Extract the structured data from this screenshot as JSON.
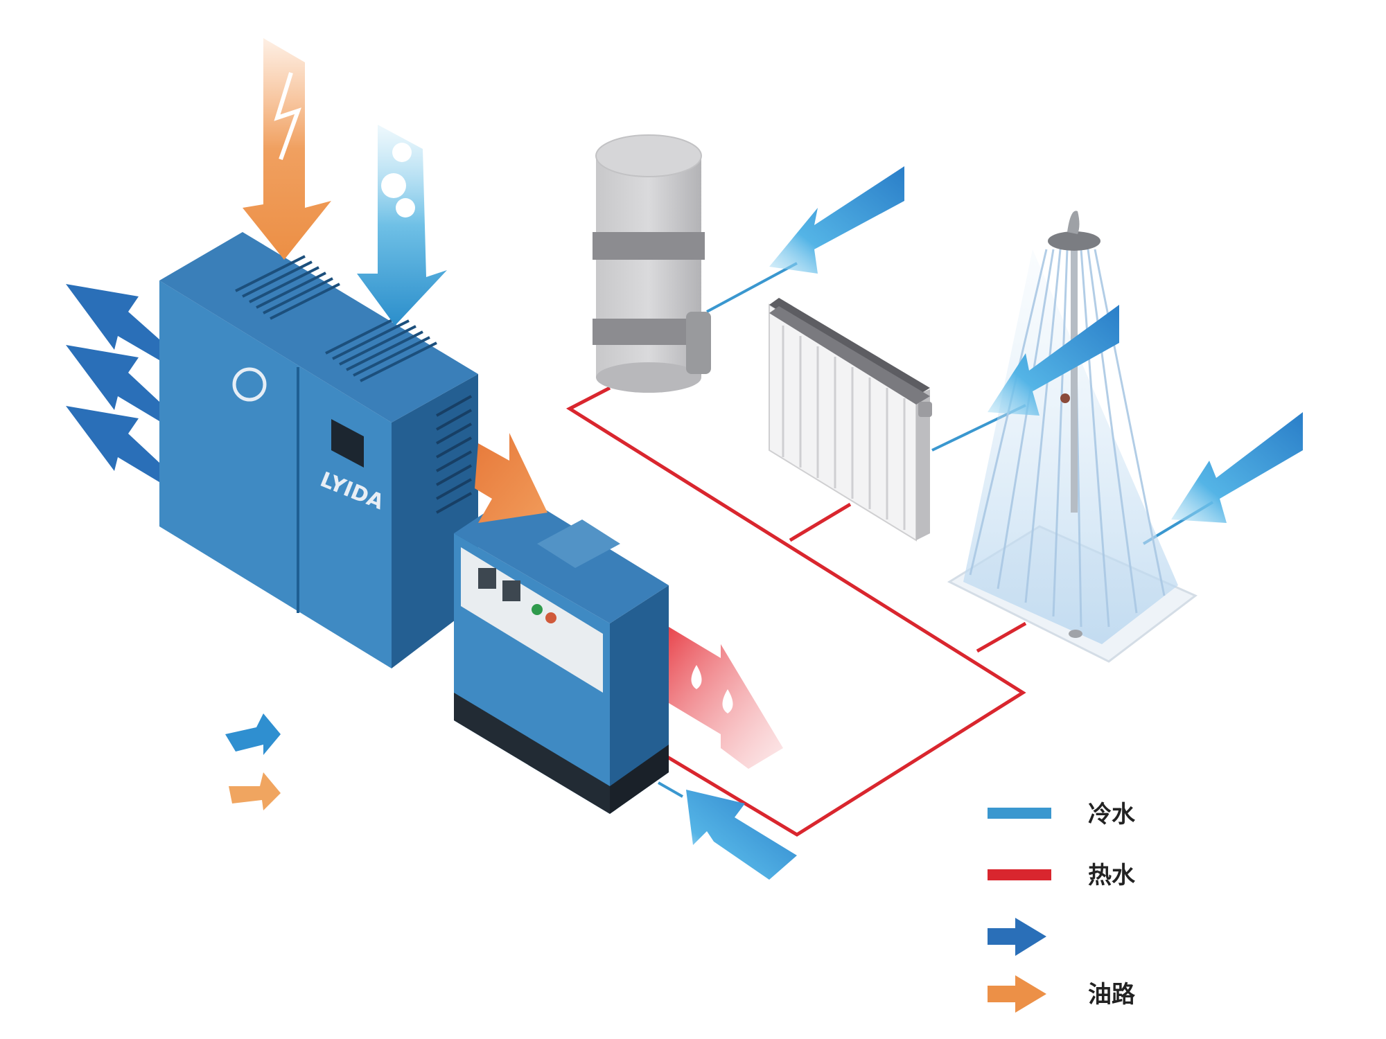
{
  "colors": {
    "compressor_blue": "#3a86bd",
    "compressor_dark": "#1f5f93",
    "cold_water": "#3a97cf",
    "hot_water": "#d9262e",
    "cold_arrow": "#2a6fb8",
    "oil_arrow": "#ec9047",
    "steam_arrow": "#e8454d"
  },
  "legend": {
    "items": [
      {
        "key": "cold_water",
        "label": "冷水",
        "symbol": "line",
        "color": "#3a97cf"
      },
      {
        "key": "hot_water",
        "label": "热水",
        "symbol": "line",
        "color": "#d9262e"
      },
      {
        "key": "cold_arrow",
        "label": "",
        "symbol": "arrow",
        "color": "#2a6fb8"
      },
      {
        "key": "oil_arrow",
        "label": "油路",
        "symbol": "arrow",
        "color": "#ec9047"
      }
    ]
  },
  "components": {
    "compressor_brand": "LYIDA",
    "icons": [
      "air-compressor-icon",
      "heat-recovery-unit-icon",
      "water-tank-icon",
      "radiator-icon",
      "shower-icon",
      "power-bolt-icon",
      "cloud-air-icon",
      "water-drop-icon"
    ]
  }
}
